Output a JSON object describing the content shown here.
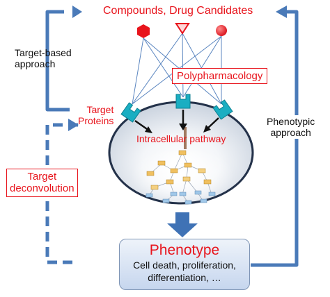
{
  "labels": {
    "compounds": "Compounds, Drug Candidates",
    "target_based": "Target-based\napproach",
    "polypharmacology": "Polypharmacology",
    "target_proteins": "Target\nProteins",
    "intracellular": "Intracellular pathway",
    "phenotypic": "Phenotypic\napproach",
    "deconvolution": "Target\ndeconvolution",
    "phenotype_title": "Phenotype",
    "phenotype_desc": "Cell death, proliferation,\ndifferentiation, …"
  },
  "colors": {
    "accent_red": "#e8141c",
    "arrow_blue": "#4a7ab8",
    "line_blue": "#5b86c0",
    "receptor_teal": "#1aaec2",
    "cell_fill": "#dde3ec",
    "big_arrow": "#3f72b5"
  },
  "icons": {
    "compound_1": "red-hexagon",
    "compound_2": "red-triangle",
    "compound_3": "red-circle",
    "receptor": "teal-receptor"
  }
}
